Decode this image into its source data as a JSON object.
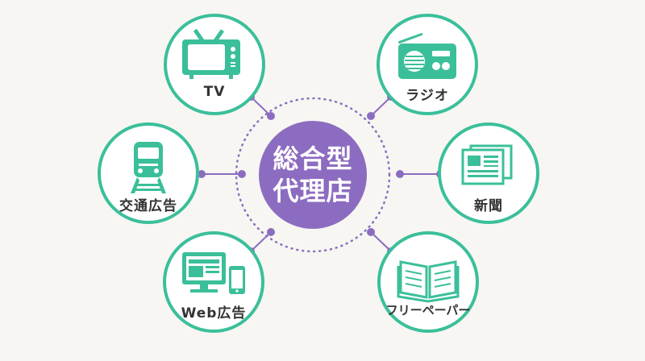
{
  "colors": {
    "background": "#f7f6f2",
    "teal": "#3bbf9a",
    "purple": "#8c6cc0",
    "center_fill": "#8c6cc0",
    "text": "#333333"
  },
  "center": {
    "line1": "総合型",
    "line2": "代理店"
  },
  "nodes": [
    {
      "id": "tv",
      "label": "TV",
      "icon": "tv-icon"
    },
    {
      "id": "radio",
      "label": "ラジオ",
      "icon": "radio-icon"
    },
    {
      "id": "transit",
      "label": "交通広告",
      "icon": "train-icon"
    },
    {
      "id": "newspaper",
      "label": "新聞",
      "icon": "newspaper-icon"
    },
    {
      "id": "web",
      "label": "Web広告",
      "icon": "web-devices-icon"
    },
    {
      "id": "freepaper",
      "label": "フリーペーパー",
      "icon": "open-book-icon"
    }
  ]
}
